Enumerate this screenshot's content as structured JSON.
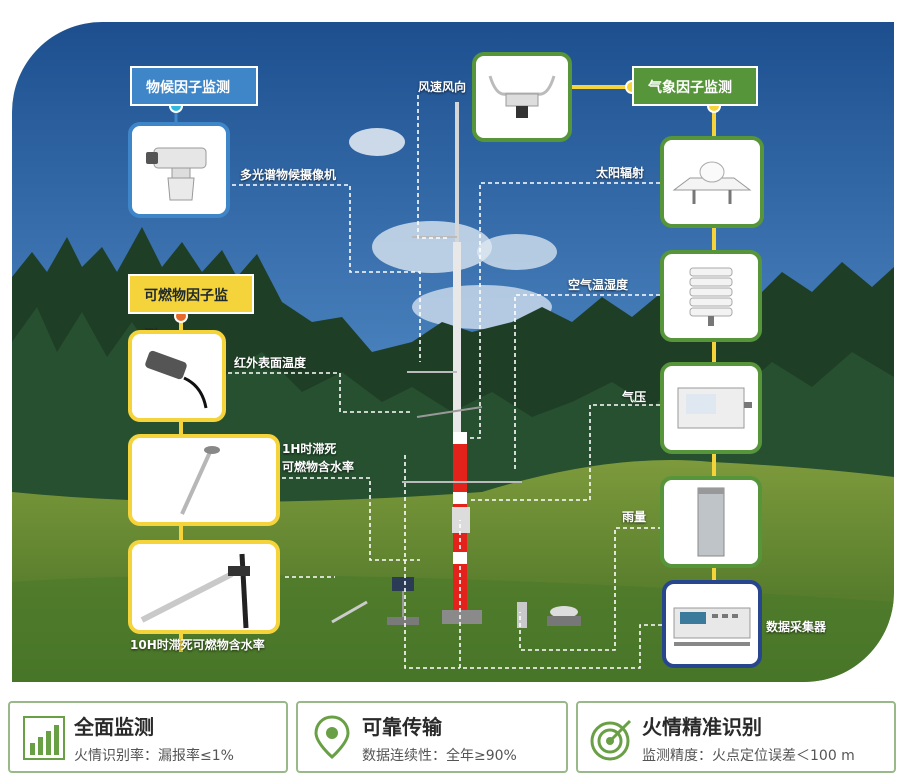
{
  "groups": {
    "phenology": "物候因子监测",
    "fuel": "可燃物因子监测",
    "weather": "气象因子监测"
  },
  "labels": {
    "camera": "多光谱物候摄像机",
    "infrared": "红外表面温度",
    "fuel_1h_line1": "1H时滞死",
    "fuel_1h_line2": "可燃物含水率",
    "fuel_10h": "10H时滞死可燃物含水率",
    "wind": "风速风向",
    "solar": "太阳辐射",
    "air": "空气温湿度",
    "pressure": "气压",
    "rain": "雨量",
    "logger": "数据采集器"
  },
  "cards": [
    {
      "title": "全面监测",
      "subtitle": "火情识别率：漏报率≤1%"
    },
    {
      "title": "可靠传输",
      "subtitle": "数据连续性：全年≥90%"
    },
    {
      "title": "火情精准识别",
      "subtitle": "监测精度：火点定位误差＜100 m"
    }
  ],
  "colors": {
    "blue": "#3f86c9",
    "yellow": "#f5d43b",
    "green": "#57953a",
    "navy": "#27468d",
    "mast_red": "#e3221c"
  }
}
